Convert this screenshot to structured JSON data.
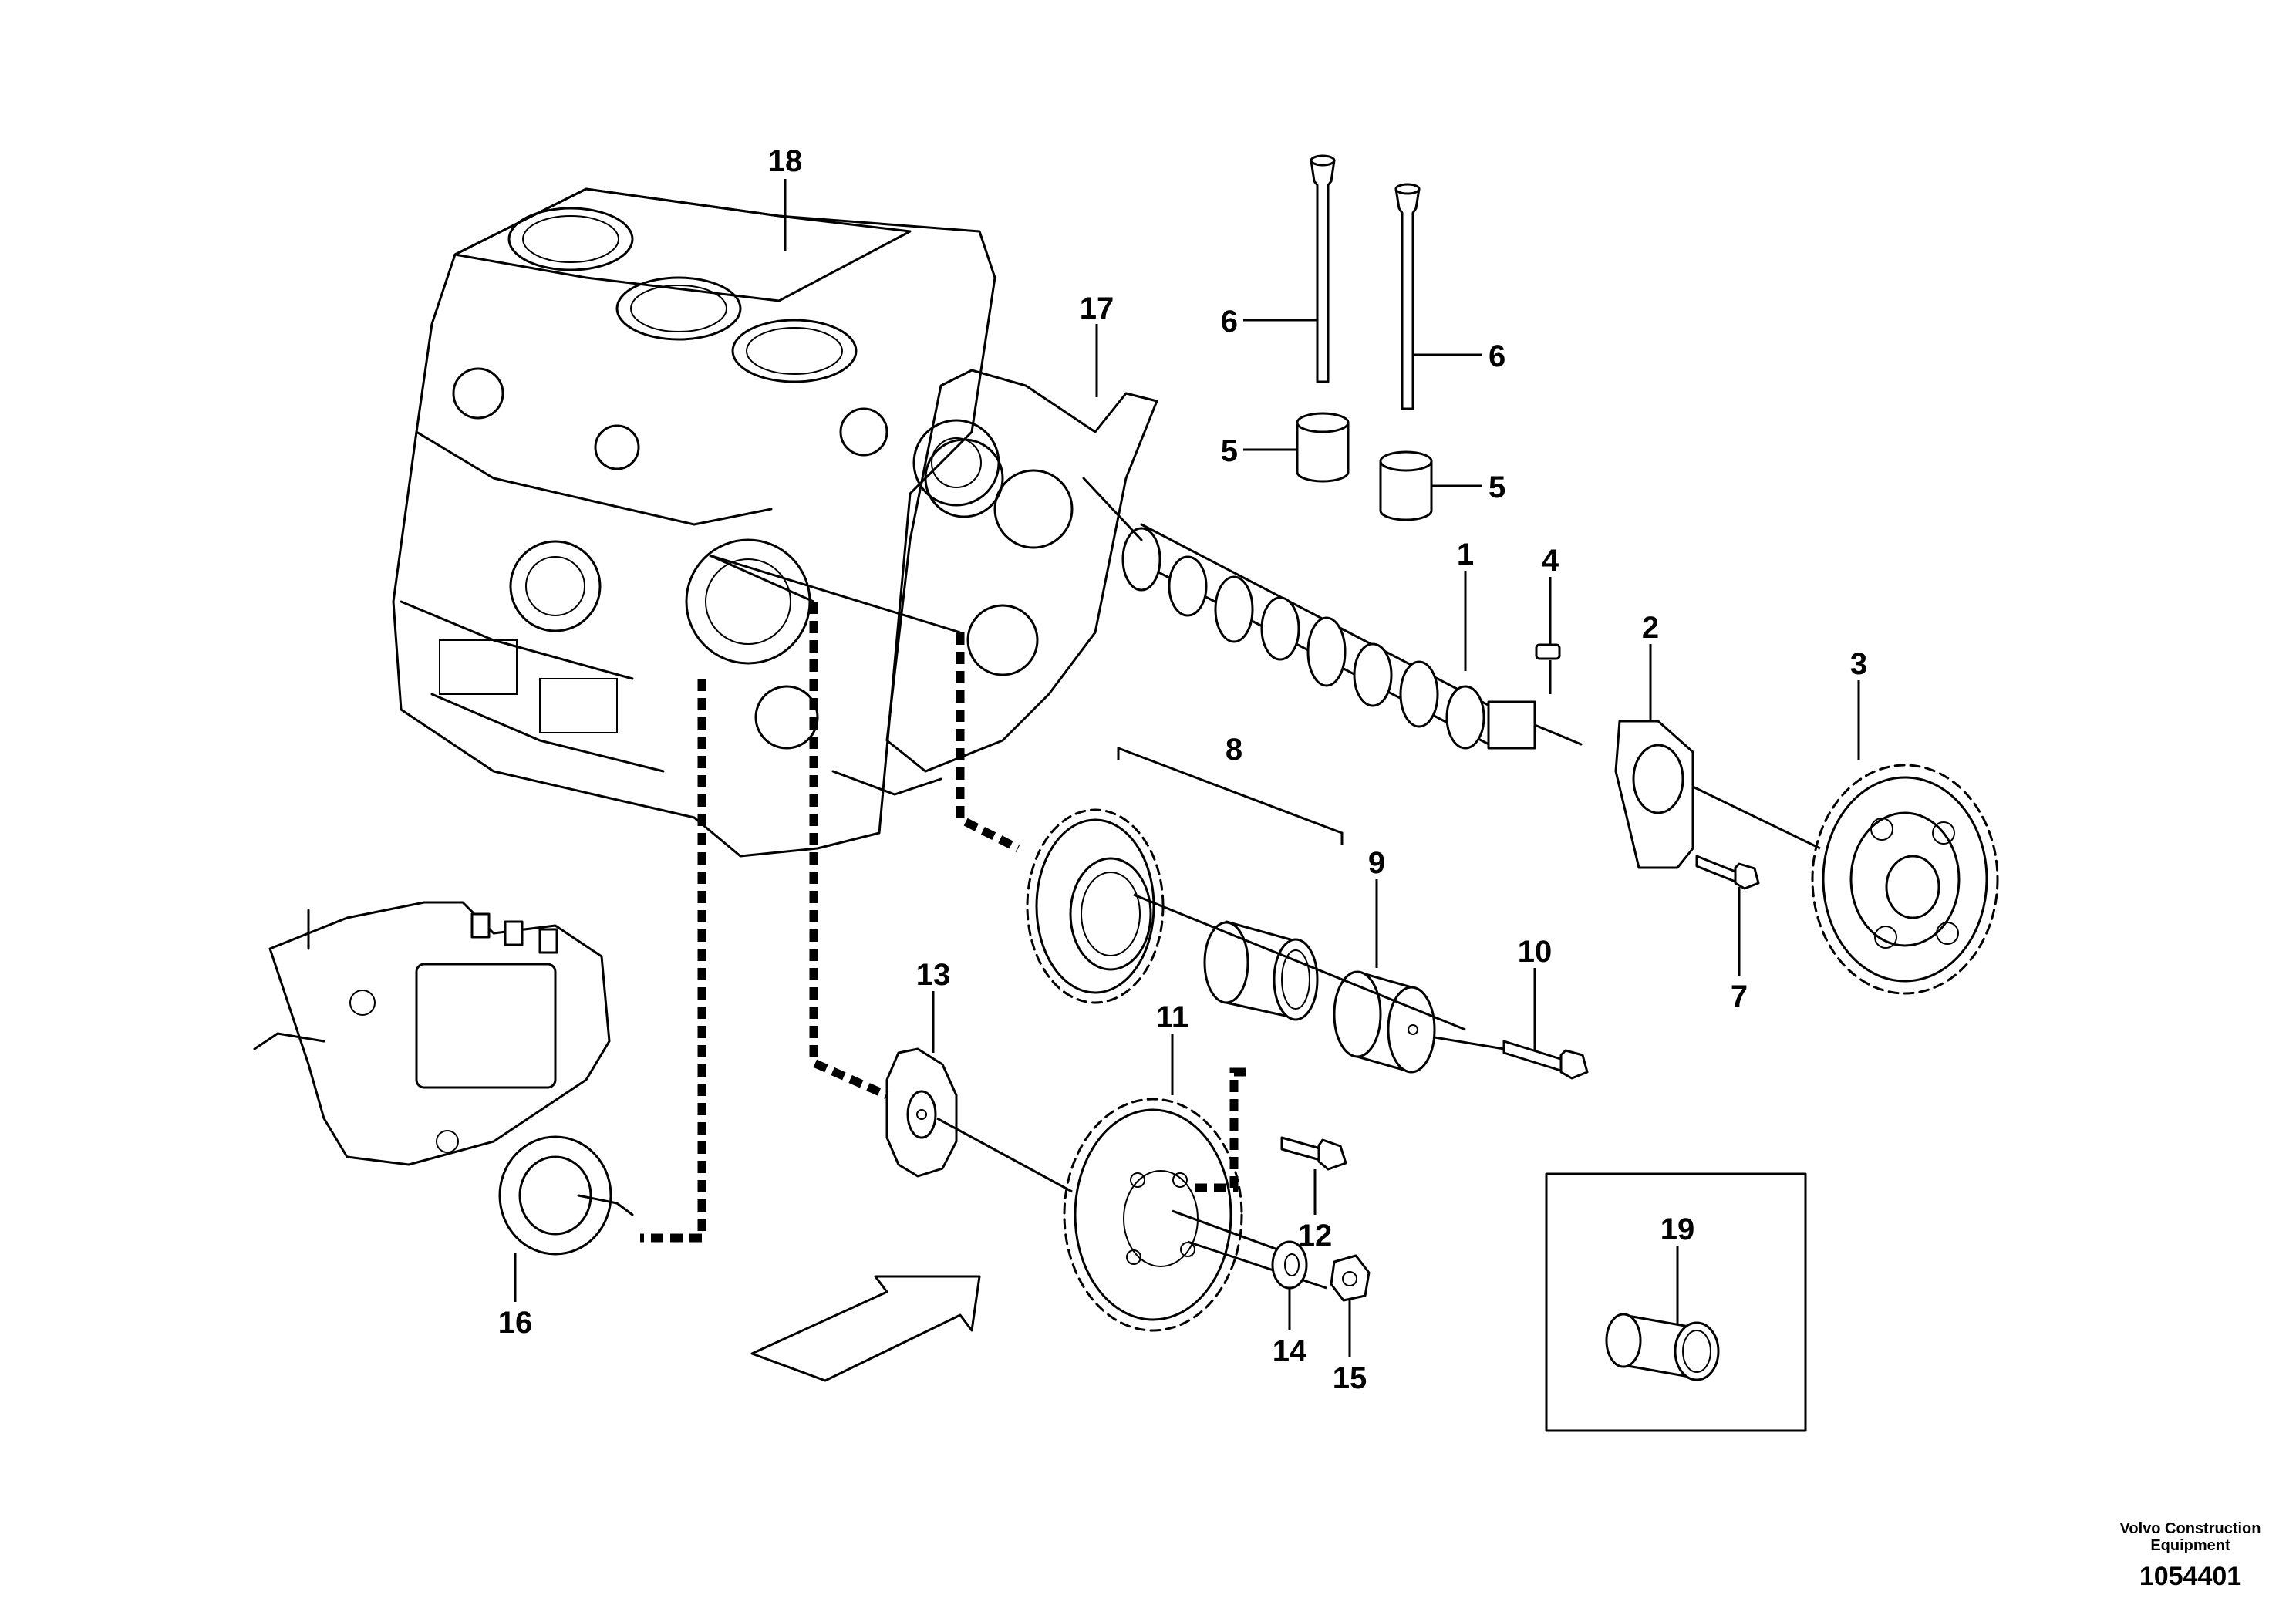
{
  "labels": {
    "p1": "1",
    "p2": "2",
    "p3": "3",
    "p4": "4",
    "p5a": "5",
    "p5b": "5",
    "p6a": "6",
    "p6b": "6",
    "p7": "7",
    "p8": "8",
    "p9": "9",
    "p10": "10",
    "p11": "11",
    "p12": "12",
    "p13": "13",
    "p14": "14",
    "p15": "15",
    "p16": "16",
    "p17": "17",
    "p18": "18",
    "p19": "19"
  },
  "footer": {
    "company_line1": "Volvo Construction",
    "company_line2": "Equipment",
    "drawing_number": "1054401"
  }
}
